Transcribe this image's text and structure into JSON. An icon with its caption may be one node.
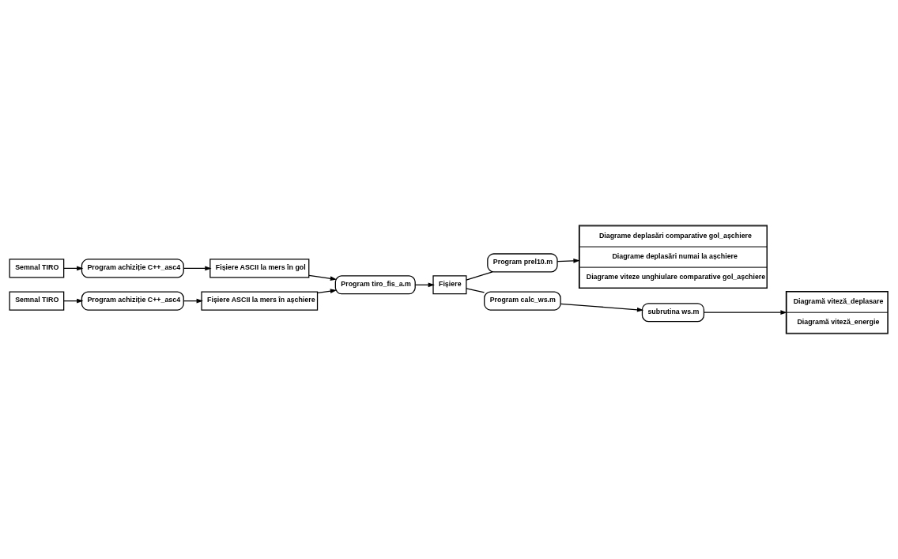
{
  "diagram": {
    "nodes": [
      {
        "text": [
          "Semnal TIRO"
        ]
      },
      {
        "text": [
          "Program achiziție C++_asc4"
        ]
      },
      {
        "text": [
          "Fișiere ASCII la mers în gol"
        ]
      },
      {
        "text": [
          "Semnal TIRO"
        ]
      },
      {
        "text": [
          "Program achiziție C++_asc4"
        ]
      },
      {
        "text": [
          "Fișiere ASCII la mers în așchiere"
        ]
      },
      {
        "text": [
          "Program tiro_fis_a.m"
        ]
      },
      {
        "text": [
          "Fișiere"
        ]
      },
      {
        "text": [
          "Program prel10.m"
        ]
      },
      {
        "text": [
          "Diagrame deplasări comparative gol_așchiere",
          "Diagrame deplasări numai la așchiere",
          "Diagrame viteze unghiulare comparative gol_așchiere"
        ]
      },
      {
        "text": [
          "Program calc_ws.m"
        ]
      },
      {
        "text": [
          "subrutina ws.m"
        ]
      },
      {
        "text": [
          "Diagramă viteză_deplasare",
          "Diagramă viteză_energie"
        ]
      }
    ],
    "edges": [
      {
        "from": 0,
        "to": 1,
        "arrow": "to"
      },
      {
        "from": 1,
        "to": 2,
        "arrow": "to"
      },
      {
        "from": 3,
        "to": 4,
        "arrow": "to"
      },
      {
        "from": 4,
        "to": 5,
        "arrow": "to"
      },
      {
        "from": 2,
        "to": 6,
        "arrow": "to"
      },
      {
        "from": 5,
        "to": 6,
        "arrow": "to"
      },
      {
        "from": 6,
        "to": 7,
        "arrow": "to"
      },
      {
        "from": 7,
        "to": 8,
        "arrow": "none"
      },
      {
        "from": 7,
        "to": 10,
        "arrow": "none"
      },
      {
        "from": 8,
        "to": 9,
        "arrow": "to"
      },
      {
        "from": 10,
        "to": 11,
        "arrow": "to"
      },
      {
        "from": 11,
        "to": 12,
        "arrow": "to"
      }
    ]
  }
}
